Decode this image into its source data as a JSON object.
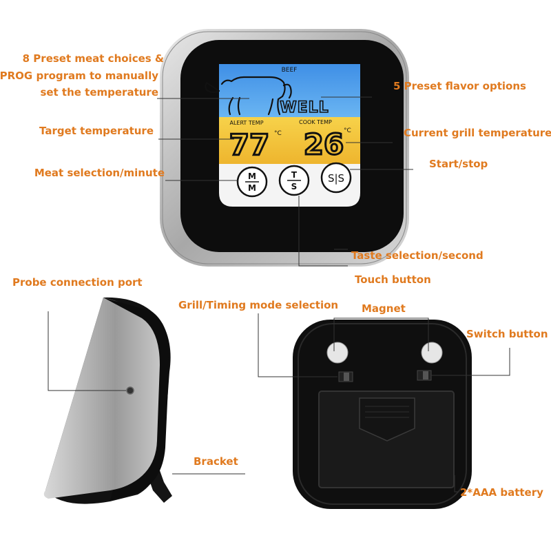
{
  "device": {
    "meat": "BEEF",
    "doneness": "WELL",
    "alert_label": "ALERT TEMP",
    "cook_label": "COOK TEMP",
    "alert_value": "77",
    "cook_value": "26",
    "unit": "°C",
    "btn_mm_top": "M",
    "btn_mm_bottom": "M",
    "btn_ts_top": "T",
    "btn_ts_bottom": "S",
    "btn_ss": "S|S"
  },
  "labels": {
    "preset_meat_1": "8 Preset meat choices &",
    "preset_meat_2": "PROG program to manually",
    "preset_meat_3": "set the temperature",
    "flavor": "5 Preset flavor options",
    "target": "Target temperature",
    "current": "Current grill temperature",
    "meat_sel": "Meat selection/minute",
    "start_stop": "Start/stop",
    "taste": "Taste selection/second",
    "touch": "Touch button",
    "probe": "Probe connection port",
    "grill_mode": "Grill/Timing mode selection",
    "magnet": "Magnet",
    "switch": "Switch button",
    "bracket": "Bracket",
    "battery": "2*AAA battery"
  },
  "colors": {
    "label": "#e07a1f",
    "lcd_blue": "#4a9bea",
    "lcd_yellow": "#f2c640",
    "housing": "#111111",
    "bezel": "#b9b9b9"
  }
}
